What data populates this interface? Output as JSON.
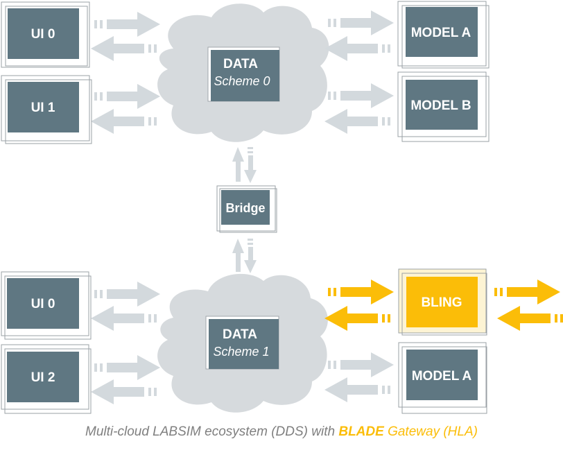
{
  "colors": {
    "box_fill": "#5f7782",
    "cloud_fill": "#d6dadd",
    "arrow_gray": "#d3d9dd",
    "accent": "#fbbd08",
    "caption": "#7f7f7f"
  },
  "top_cluster": {
    "left_boxes": [
      "UI 0",
      "UI 1"
    ],
    "right_boxes": [
      "MODEL A",
      "MODEL B"
    ],
    "data_title": "DATA",
    "data_subtitle": "Scheme 0"
  },
  "bridge": {
    "label": "Bridge"
  },
  "bottom_cluster": {
    "left_boxes": [
      "UI 0",
      "UI 2"
    ],
    "right_boxes": [
      "BLING",
      "MODEL A"
    ],
    "data_title": "DATA",
    "data_subtitle": "Scheme 1"
  },
  "caption": {
    "before": "Multi-cloud LABSIM ecosystem (DDS) with ",
    "accent": "BLADE",
    "after": " Gateway (HLA)"
  }
}
